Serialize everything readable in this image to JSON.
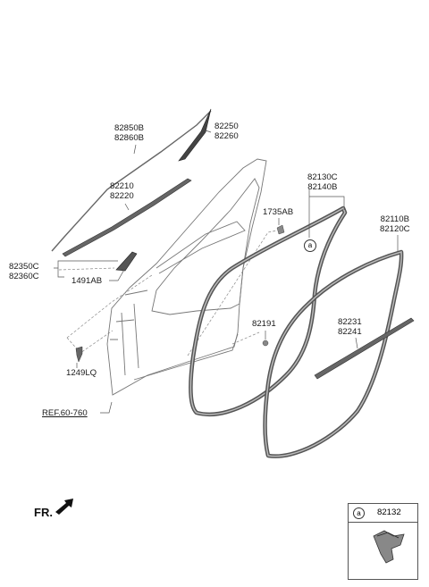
{
  "labels": {
    "p82850": [
      "82850B",
      "82860B"
    ],
    "p82250": [
      "82250",
      "82260"
    ],
    "p82210": [
      "82210",
      "82220"
    ],
    "p82130": [
      "82130C",
      "82140B"
    ],
    "p1735": [
      "1735AB"
    ],
    "p82110": [
      "82110B",
      "82120C"
    ],
    "p82350": [
      "82350C",
      "82360C"
    ],
    "p1491": [
      "1491AB"
    ],
    "p82191": [
      "82191"
    ],
    "p82231": [
      "82231",
      "82241"
    ],
    "p1249": [
      "1249LQ"
    ],
    "ref": "REF.60-760"
  },
  "callout_marker": "a",
  "front_indicator": "FR.",
  "legend": {
    "marker": "a",
    "part": "82132"
  }
}
